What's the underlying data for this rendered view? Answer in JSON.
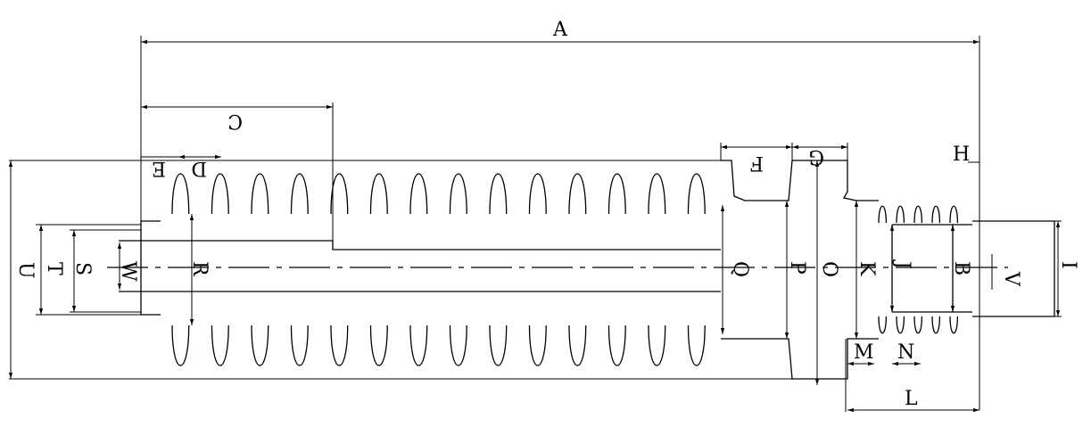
{
  "diagram": {
    "type": "insulator-dimension-drawing",
    "line_color": "#000000",
    "background": "#ffffff",
    "labels": {
      "A": "A",
      "B": "B",
      "C": "C",
      "D": "D",
      "E": "E",
      "F": "F",
      "G": "G",
      "H": "H",
      "I": "I",
      "J": "J",
      "K": "K",
      "L": "L",
      "M": "M",
      "N": "N",
      "O": "O",
      "P": "P",
      "Q": "Q",
      "R": "R",
      "S": "S",
      "T": "T",
      "U": "U",
      "V": "V",
      "W": "W"
    }
  }
}
